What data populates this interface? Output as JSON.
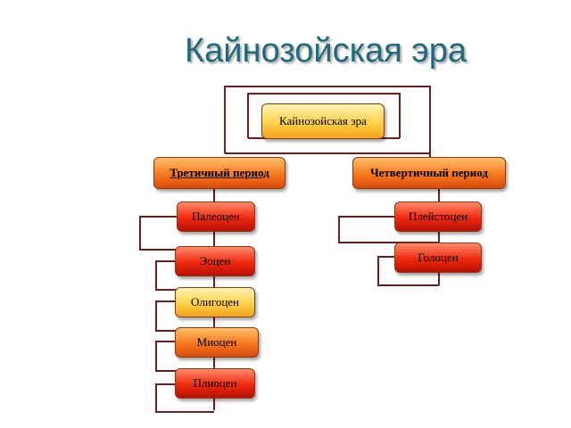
{
  "title": "Кайнозойская эра",
  "root": {
    "label": "Кайнозойская эра"
  },
  "tertiary": {
    "label": "Третичный период",
    "epochs": [
      "Палеоцен",
      "Эоцен",
      "Олигоцен",
      "Миоцен",
      "Плиоцен"
    ]
  },
  "quaternary": {
    "label": "Четвертичный период",
    "epochs": [
      "Плейстоцен",
      "Голоцен"
    ]
  },
  "colors": {
    "title": "#1f6b7d",
    "connector": "#6b1f1f",
    "yellow": "#ffd24a",
    "orange": "#f5781e",
    "red": "#ee2a10"
  }
}
